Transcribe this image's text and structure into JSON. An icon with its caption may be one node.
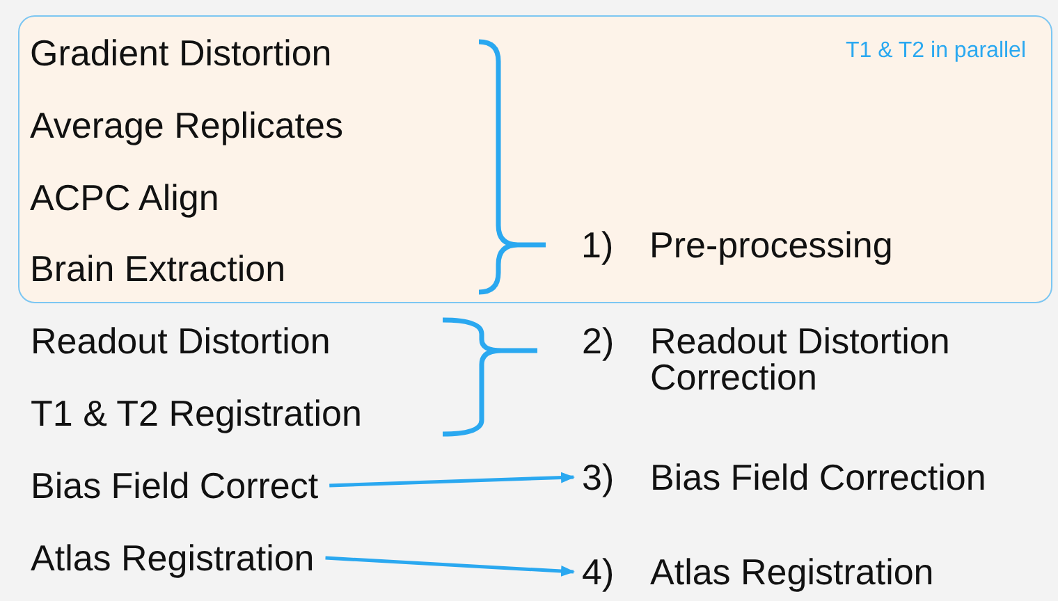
{
  "diagram": {
    "nodes": [
      {
        "text": [
          "T1 & T2 in parallel"
        ]
      },
      {
        "text": [
          "Gradient Distortion"
        ],
        "in": 0
      },
      {
        "text": [
          "Average Replicates"
        ],
        "in": 0
      },
      {
        "text": [
          "ACPC Align"
        ],
        "in": 0
      },
      {
        "text": [
          "Brain Extraction"
        ],
        "in": 0
      },
      {
        "text": [
          "1)",
          "Pre-processing"
        ],
        "in": 0
      },
      {
        "text": [
          "Readout Distortion"
        ]
      },
      {
        "text": [
          "T1 & T2 Registration"
        ]
      },
      {
        "text": [
          "2)",
          "Readout Distortion Correction"
        ]
      },
      {
        "text": [
          "Bias Field Correct"
        ]
      },
      {
        "text": [
          "3)",
          "Bias Field Correction"
        ]
      },
      {
        "text": [
          "Atlas Registration"
        ]
      },
      {
        "text": [
          "4)",
          "Atlas Registration"
        ]
      }
    ],
    "edges": [
      {
        "from": 9,
        "to": 10,
        "arrow": "to"
      },
      {
        "from": 11,
        "to": 12,
        "arrow": "to"
      }
    ]
  }
}
